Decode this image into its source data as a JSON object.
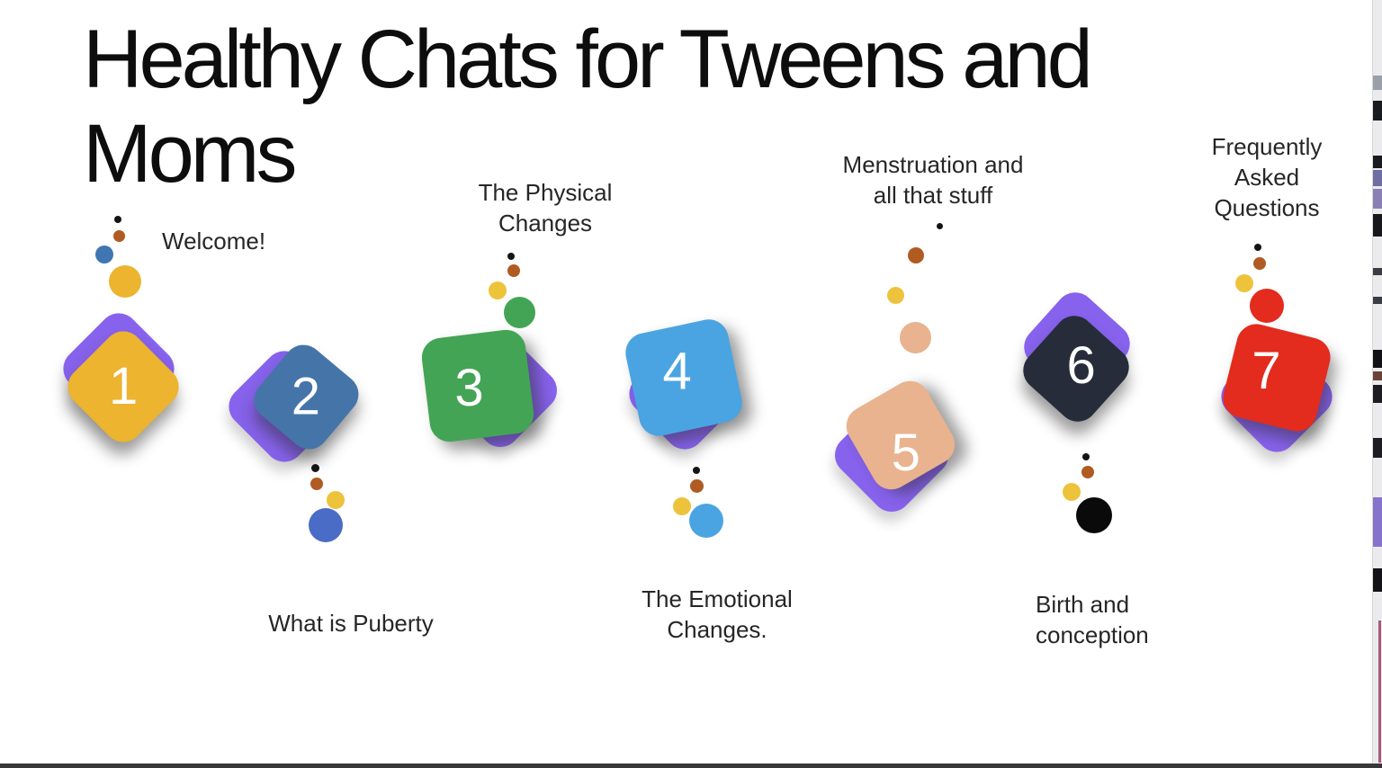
{
  "title": "Healthy Chats for Tweens and\nMoms",
  "items": [
    {
      "number": "1",
      "label": "Welcome!",
      "color": "#ecb42f"
    },
    {
      "number": "2",
      "label": "What is Puberty",
      "color": "#4575a8"
    },
    {
      "number": "3",
      "label": "The Physical Changes",
      "color": "#44a455"
    },
    {
      "number": "4",
      "label": "The Emotional\nChanges.",
      "color": "#4ba4e2"
    },
    {
      "number": "5",
      "label": "Menstruation and\nall that stuff",
      "color": "#e8b38e"
    },
    {
      "number": "6",
      "label": "Birth and\nconception",
      "color": "#262c3a"
    },
    {
      "number": "7",
      "label": "Frequently\nAsked\nQuestions",
      "color": "#e32b1e"
    }
  ],
  "colors": {
    "accent_purple": "#8762ec",
    "dot_black": "#141414",
    "dot_brown": "#b05b22",
    "dot_yellow": "#edc33c",
    "dot_blue_item1": "#3f76b2",
    "dot_royal_item2": "#4a6cc7",
    "dot_big_item6": "#0a0a0a",
    "title_text": "#0d0d0d",
    "label_text": "#262626",
    "number_text": "#ffffff"
  },
  "chrome": {
    "bottom_bar_color": "#38383a",
    "right_strip_color": "#ebebed"
  }
}
